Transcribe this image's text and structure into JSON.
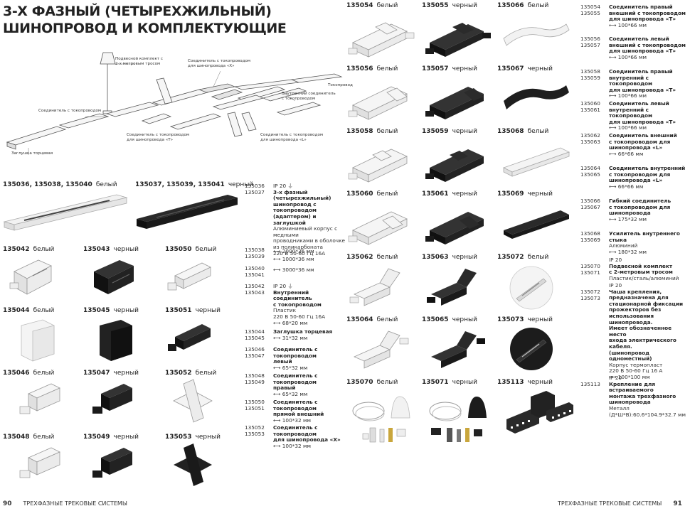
{
  "title_lines": [
    "3-Х ФАЗНЫЙ (ЧЕТЫРЕХЖИЛЬНЫЙ)",
    "ШИНОПРОВОД И КОМПЛЕКТУЮЩИЕ"
  ],
  "diagram": {
    "labels": [
      "Подвесной комплект с",
      "2-х метровым тросом",
      "Соединитель с токопроводом",
      "для шинопровода «Х»",
      "Токопровод",
      "Внутренний соединитель",
      "с токопроводом",
      "Соединитель с токопроводом",
      "Соединитель с токопроводом",
      "для шинопровода «Т»",
      "Соединитель с токопроводом",
      "для шинопровода «L»",
      "Заглушка торцевая"
    ]
  },
  "left_products": [
    {
      "code": "135036, 135038, 135040",
      "color": "белый"
    },
    {
      "code": "135037, 135039, 135041",
      "color": "черный"
    },
    {
      "code": "135042",
      "color": "белый"
    },
    {
      "code": "135043",
      "color": "черный"
    },
    {
      "code": "135050",
      "color": "белый"
    },
    {
      "code": "135044",
      "color": "белый"
    },
    {
      "code": "135045",
      "color": "черный"
    },
    {
      "code": "135051",
      "color": "черный"
    },
    {
      "code": "135046",
      "color": "белый"
    },
    {
      "code": "135047",
      "color": "черный"
    },
    {
      "code": "135052",
      "color": "белый"
    },
    {
      "code": "135048",
      "color": "белый"
    },
    {
      "code": "135049",
      "color": "черный"
    },
    {
      "code": "135053",
      "color": "черный"
    }
  ],
  "mid_specs": [
    {
      "codes": [
        "135036",
        "135037"
      ],
      "lines": [
        "IP 20 ⏚",
        "3-х фазный (четырехжильный)",
        "шинопровод с токопроводом",
        "(адаптером) и заглушкой",
        "Алюминиевый корпус с медными",
        "проводниками в оболочке",
        "из поликарбоната",
        "220 В  50-60 Гц  16А",
        "⟷ 1000*36 мм"
      ]
    },
    {
      "codes": [
        "135038",
        "135039"
      ],
      "lines": [
        "⟷ 2000*36 мм"
      ]
    },
    {
      "codes": [
        "135040",
        "135041"
      ],
      "lines": [
        "⟷ 3000*36 мм"
      ]
    },
    {
      "codes": [
        "135042",
        "135043"
      ],
      "lines": [
        "IP 20 ⏚",
        "Внутренний соединитель",
        "с токопроводом",
        "Пластик",
        "220 В  50-60 Гц  16А",
        "⟷ 68*20 мм"
      ]
    },
    {
      "codes": [
        "135044",
        "135045"
      ],
      "lines": [
        "Заглушка торцевая",
        "⟷ 31*32 мм"
      ]
    },
    {
      "codes": [
        "135046",
        "135047"
      ],
      "lines": [
        "Соединитель с токопроводом",
        "левый",
        "⟷ 65*32 мм"
      ]
    },
    {
      "codes": [
        "135048",
        "135049"
      ],
      "lines": [
        "Соединитель с токопроводом",
        "правый",
        "⟷ 65*32 мм"
      ]
    },
    {
      "codes": [
        "135050",
        "135051"
      ],
      "lines": [
        "Соединитель с токопроводом",
        "прямой внешний",
        "⟷ 100*32 мм"
      ]
    },
    {
      "codes": [
        "135052",
        "135053"
      ],
      "lines": [
        "Соединитель с токопроводом",
        "для шинопровода «Х»",
        "⟷ 100*32 мм"
      ]
    }
  ],
  "right_products": [
    {
      "code": "135054",
      "color": "белый"
    },
    {
      "code": "135055",
      "color": "черный"
    },
    {
      "code": "135066",
      "color": "белый"
    },
    {
      "code": "135056",
      "color": "белый"
    },
    {
      "code": "135057",
      "color": "черный"
    },
    {
      "code": "135067",
      "color": "черный"
    },
    {
      "code": "135058",
      "color": "белый"
    },
    {
      "code": "135059",
      "color": "черный"
    },
    {
      "code": "135068",
      "color": "белый"
    },
    {
      "code": "135060",
      "color": "белый"
    },
    {
      "code": "135061",
      "color": "черный"
    },
    {
      "code": "135069",
      "color": "черный"
    },
    {
      "code": "135062",
      "color": "белый"
    },
    {
      "code": "135063",
      "color": "черный"
    },
    {
      "code": "135072",
      "color": "белый"
    },
    {
      "code": "135064",
      "color": "белый"
    },
    {
      "code": "135065",
      "color": "черный"
    },
    {
      "code": "135073",
      "color": "черный"
    },
    {
      "code": "135070",
      "color": "белый"
    },
    {
      "code": "135071",
      "color": "черный"
    },
    {
      "code": "135113",
      "color": "черный"
    }
  ],
  "right_specs": [
    {
      "codes": [
        "135054",
        "135055"
      ],
      "lines": [
        "Соединитель правый",
        "внешний с токопроводом",
        "для шинопровода «Т»",
        "⟷ 100*66 мм"
      ]
    },
    {
      "codes": [
        "135056",
        "135057"
      ],
      "lines": [
        "Соединитель левый",
        "внешний с токопроводом",
        "для шинопровода «Т»",
        "⟷ 100*66 мм"
      ]
    },
    {
      "codes": [
        "135058",
        "135059"
      ],
      "lines": [
        "Соединитель правый",
        "внутренний с токопроводом",
        "для шинопровода «Т»",
        "⟷ 100*66 мм"
      ]
    },
    {
      "codes": [
        "135060",
        "135061"
      ],
      "lines": [
        "Соединитель левый",
        "внутренний с токопроводом",
        "для шинопровода «Т»",
        "⟷ 100*66 мм"
      ]
    },
    {
      "codes": [
        "135062",
        "135063"
      ],
      "lines": [
        "Соединитель внешний",
        "с токопроводом для",
        "шинопровода «L»",
        "⟷ 66*66 мм"
      ]
    },
    {
      "codes": [
        "135064",
        "135065"
      ],
      "lines": [
        "Соединитель внутренний",
        "с токопроводом для",
        "шинопровода «L»",
        "⟷ 66*66 мм"
      ]
    },
    {
      "codes": [
        "135066",
        "135067"
      ],
      "lines": [
        "Гибкий соединитель",
        "с токопроводом для",
        "шинопровода",
        "⟷ 175*32 мм"
      ]
    },
    {
      "codes": [
        "135068",
        "135069"
      ],
      "lines": [
        "Усилитель внутреннего стыка",
        "Алюминий",
        "⟷ 180*32 мм"
      ]
    },
    {
      "codes": [
        "135070",
        "135071"
      ],
      "lines": [
        "IP 20",
        "Подвесной комплект",
        "с 2-метровым тросом",
        "Пластик/сталь/алюминий"
      ]
    },
    {
      "codes": [
        "135072",
        "135073"
      ],
      "lines": [
        "IP 20",
        "Чаша крепления,",
        "предназначена для",
        "стационарной фиксации",
        "прожекторов без",
        "использования шинопровода.",
        "Имеет обозначенное место",
        "входа электрического кабеля.",
        "(шинопровод одноместный)",
        "Корпус термопласт",
        "220 В  50-60 Гц  16 А",
        "⟷ 100*100 мм"
      ]
    },
    {
      "codes": [
        "135113"
      ],
      "lines": [
        "IP 20",
        "Крепление для встраиваемого",
        "монтажа трехфазного",
        "шинопровода",
        "Металл",
        "(Д*Ш*В):60.6*104.9*32.7 мм"
      ]
    }
  ],
  "footer": {
    "left_page": "90",
    "left_text": "ТРЕХФАЗНЫЕ ТРЕКОВЫЕ СИСТЕМЫ",
    "right_text": "ТРЕХФАЗНЫЕ ТРЕКОВЫЕ СИСТЕМЫ",
    "right_page": "91"
  },
  "colors": {
    "white_part": "#eeeeee",
    "black_part": "#1e1e1e",
    "text": "#222222"
  }
}
